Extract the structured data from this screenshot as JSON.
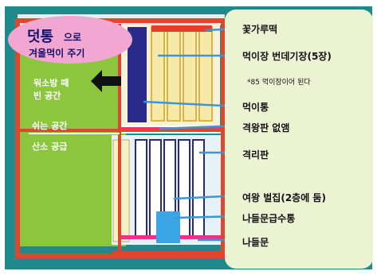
{
  "callout": {
    "title_big": "덧통",
    "title_rest": "으로",
    "line2": "겨울먹이 주기"
  },
  "hive_labels": {
    "space_line1": "워소방 때",
    "space_line2": "빈 공간",
    "rest_space": "쉬는 공간",
    "oxygen": "산소 공급"
  },
  "right_labels": [
    "꽃가루떡",
    "먹이장 번데기장(5장)",
    "*85 먹이장이어 된다",
    "먹이통",
    "격왕판 없앰",
    "격리판",
    "여왕 벌집(2층에 둠)",
    "나들문급수통",
    "나들문"
  ],
  "colors": {
    "background": "#1f8a8a",
    "label_panel": "#ecf3d3",
    "hive_frame": "#e0462c",
    "outer_green": "#8cc63f",
    "callout": "#f2a7d3",
    "callout_text": "#10106a",
    "arrows": "#3c95d4",
    "feeder": "#2a2a8a",
    "frame_fill": "#f7e9a8",
    "pink_bar": "#e6348e",
    "water_feeder": "#3aa6e6"
  }
}
